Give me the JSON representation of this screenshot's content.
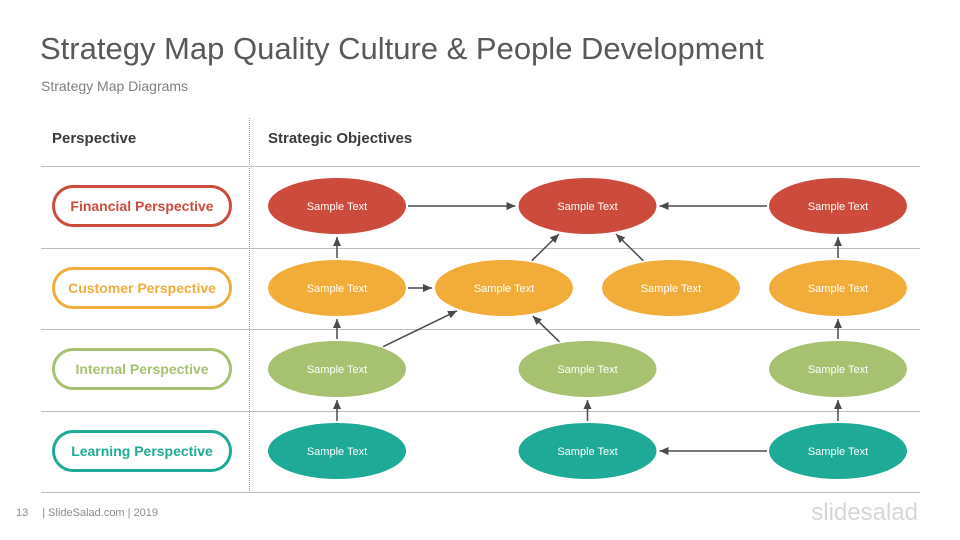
{
  "header": {
    "title": "Strategy Map Quality Culture & People Development",
    "subtitle": "Strategy Map Diagrams"
  },
  "columns": {
    "perspective": "Perspective",
    "objectives": "Strategic Objectives"
  },
  "perspectives": [
    {
      "label": "Financial Perspective",
      "color": "#cc4b3d"
    },
    {
      "label": "Customer Perspective",
      "color": "#f2ac39"
    },
    {
      "label": "Internal Perspective",
      "color": "#a6c170"
    },
    {
      "label": "Learning Perspective",
      "color": "#1eaa96"
    }
  ],
  "nodes": [
    {
      "id": "f1",
      "row": 0,
      "col": 0,
      "label": "Sample Text"
    },
    {
      "id": "f2",
      "row": 0,
      "col": 1.5,
      "label": "Sample Text"
    },
    {
      "id": "f3",
      "row": 0,
      "col": 3,
      "label": "Sample Text"
    },
    {
      "id": "c1",
      "row": 1,
      "col": 0,
      "label": "Sample Text"
    },
    {
      "id": "c2",
      "row": 1,
      "col": 1,
      "label": "Sample Text"
    },
    {
      "id": "c3",
      "row": 1,
      "col": 2,
      "label": "Sample Text"
    },
    {
      "id": "c4",
      "row": 1,
      "col": 3,
      "label": "Sample Text"
    },
    {
      "id": "i1",
      "row": 2,
      "col": 0,
      "label": "Sample Text"
    },
    {
      "id": "i2",
      "row": 2,
      "col": 1.5,
      "label": "Sample Text"
    },
    {
      "id": "i3",
      "row": 2,
      "col": 3,
      "label": "Sample Text"
    },
    {
      "id": "l1",
      "row": 3,
      "col": 0,
      "label": "Sample Text"
    },
    {
      "id": "l2",
      "row": 3,
      "col": 1.5,
      "label": "Sample Text"
    },
    {
      "id": "l3",
      "row": 3,
      "col": 3,
      "label": "Sample Text"
    }
  ],
  "edges": [
    {
      "from": "f1",
      "to": "f2"
    },
    {
      "from": "f3",
      "to": "f2"
    },
    {
      "from": "c1",
      "to": "f1"
    },
    {
      "from": "c2",
      "to": "f2"
    },
    {
      "from": "c3",
      "to": "f2"
    },
    {
      "from": "c4",
      "to": "f3"
    },
    {
      "from": "c1",
      "to": "c2"
    },
    {
      "from": "i1",
      "to": "c1"
    },
    {
      "from": "i1",
      "to": "c2"
    },
    {
      "from": "i2",
      "to": "c2"
    },
    {
      "from": "i3",
      "to": "c4"
    },
    {
      "from": "l1",
      "to": "i1"
    },
    {
      "from": "l2",
      "to": "i2"
    },
    {
      "from": "l3",
      "to": "i3"
    },
    {
      "from": "l3",
      "to": "l2"
    }
  ],
  "footer": {
    "page_number": "13",
    "credit": "| SlideSalad.com | 2019",
    "logo": "slidesalad"
  }
}
